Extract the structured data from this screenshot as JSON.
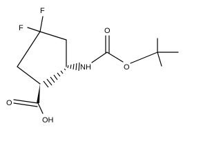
{
  "molecule": {
    "labels": {
      "f_upper": "F",
      "f_left": "F",
      "nh": "NH",
      "o_carbonyl": "O",
      "o_ester": "O",
      "o_acid": "O",
      "oh": "OH"
    }
  }
}
